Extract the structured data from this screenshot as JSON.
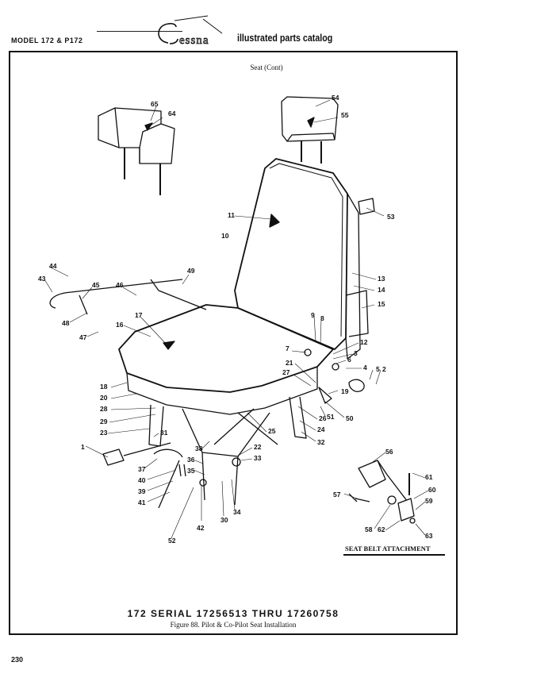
{
  "header": {
    "model": "MODEL 172 & P172",
    "logo": "Cessna",
    "catalog": "illustrated parts catalog"
  },
  "subtitle": "Seat (Cont)",
  "footer": {
    "serial": "172 SERIAL 17256513 THRU 17260758",
    "figure": "Figure 88.  Pilot & Co-Pilot Seat Installation",
    "page": "230"
  },
  "inset_label": "SEAT BELT ATTACHMENT",
  "callouts": [
    "65",
    "64",
    "54",
    "55",
    "11",
    "53",
    "10",
    "13",
    "14",
    "15",
    "44",
    "43",
    "45",
    "46",
    "49",
    "48",
    "47",
    "16",
    "17",
    "9",
    "8",
    "12",
    "3",
    "7",
    "6",
    "4",
    "5",
    "2",
    "21",
    "27",
    "19",
    "18",
    "20",
    "28",
    "29",
    "23",
    "31",
    "26",
    "24",
    "51",
    "50",
    "25",
    "32",
    "1",
    "38",
    "22",
    "33",
    "37",
    "36",
    "35",
    "40",
    "39",
    "41",
    "42",
    "30",
    "34",
    "52",
    "56",
    "61",
    "60",
    "59",
    "57",
    "58",
    "62",
    "63"
  ]
}
